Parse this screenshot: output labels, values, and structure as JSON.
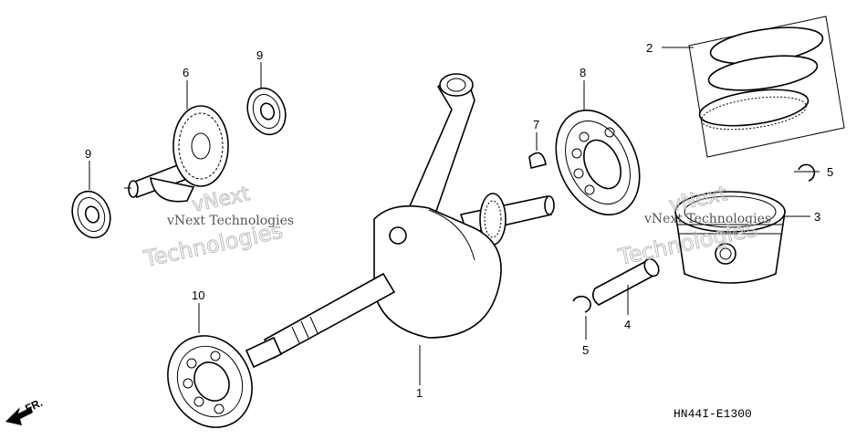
{
  "callouts": {
    "c1": "1",
    "c2": "2",
    "c3": "3",
    "c4": "4",
    "c5a": "5",
    "c5b": "5",
    "c6": "6",
    "c7": "7",
    "c8": "8",
    "c9a": "9",
    "c9b": "9",
    "c10": "10"
  },
  "drawing_code": "HN44I-E1300",
  "direction_label": "FR.",
  "watermarks": {
    "w1_line1": "vNext",
    "w1_line2": "vNext Technologies",
    "w1_line3": "Technologies",
    "w2_line1": "vNext",
    "w2_line2": "vNext Technologies",
    "w2_line3": "Technologies"
  }
}
